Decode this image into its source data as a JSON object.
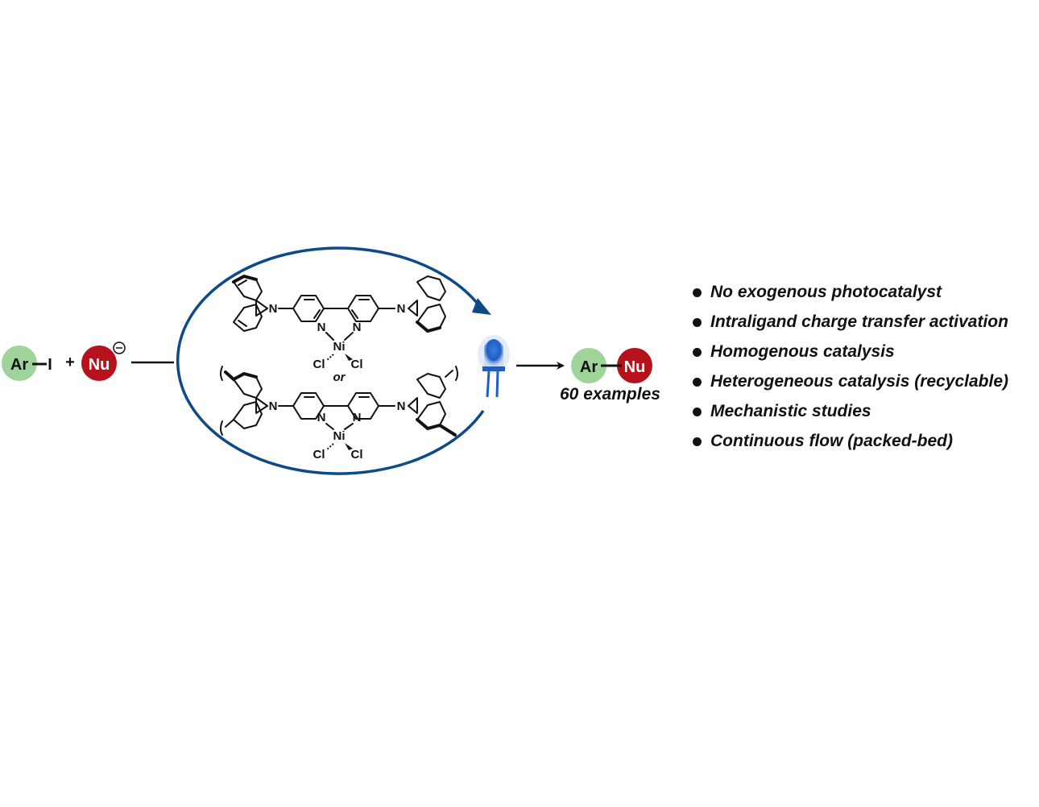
{
  "reactants": {
    "aryl_label": "Ar",
    "halide_label": "I",
    "plus_sign": "+",
    "nucleophile_label": "Nu",
    "charge_symbol": "−"
  },
  "catalyst": {
    "top_complex": {
      "nitrogen_labels": [
        "N",
        "N",
        "N",
        "N"
      ],
      "metal": "Ni",
      "ligand_1": "Cl",
      "ligand_2": "Cl"
    },
    "separator": "or",
    "bottom_complex": {
      "nitrogen_labels": [
        "N",
        "N",
        "N",
        "N"
      ],
      "metal": "Ni",
      "ligand_1": "Cl",
      "ligand_2": "Cl"
    }
  },
  "light_source": {
    "icon": "blue-led-icon"
  },
  "product": {
    "aryl_label": "Ar",
    "nucleophile_label": "Nu",
    "examples_text": "60 examples"
  },
  "features": [
    "No exogenous photocatalyst",
    "Intraligand charge transfer activation",
    "Homogenous catalysis",
    "Heterogeneous catalysis (recyclable)",
    "Mechanistic studies",
    "Continuous flow (packed-bed)"
  ],
  "colors": {
    "aryl_green": "#9ed49a",
    "nucleophile_red": "#b5121b",
    "cycle_blue": "#0d4a86",
    "led_blue": "#1f5fc4"
  }
}
